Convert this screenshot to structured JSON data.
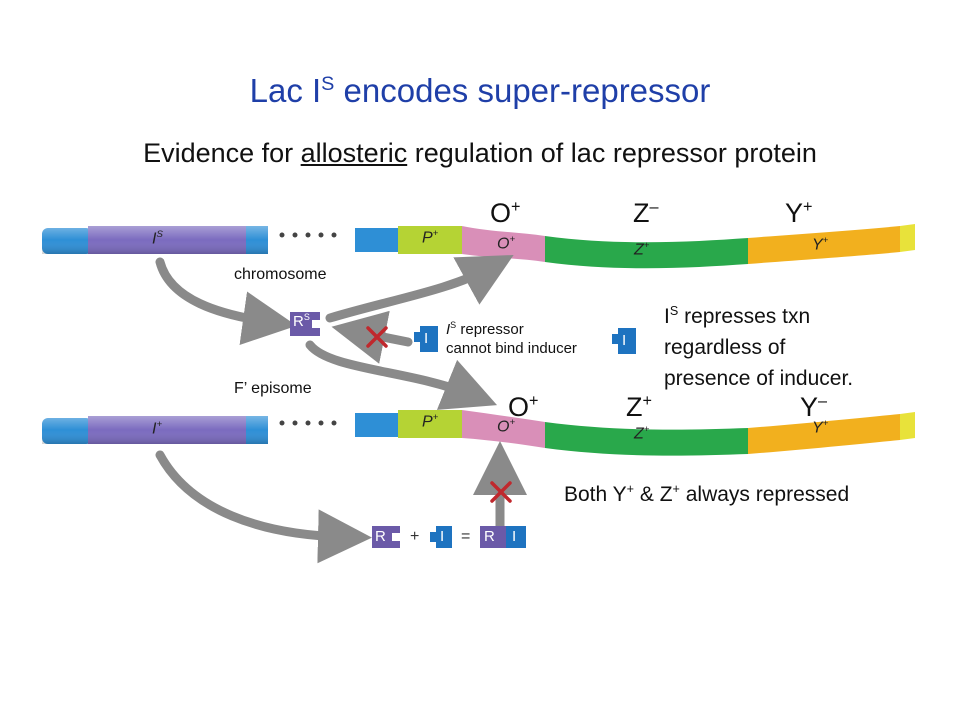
{
  "title": {
    "main": "Lac I",
    "sup": "S",
    "rest": " encodes super-repressor"
  },
  "subtitle": {
    "pre": "Evidence for ",
    "underlined": "allosteric",
    "post": " regulation of lac repressor protein"
  },
  "labels": {
    "chromosome": "chromosome",
    "episome": "F’ episome"
  },
  "top_genes": {
    "O": "O",
    "O_sign": "+",
    "Z": "Z",
    "Z_sign": "–",
    "Y": "Y",
    "Y_sign": "+"
  },
  "bottom_genes": {
    "O": "O",
    "O_sign": "+",
    "Z": "Z",
    "Z_sign": "+",
    "Y": "Y",
    "Y_sign": "–"
  },
  "dna_top": {
    "i": "I",
    "i_sup": "S",
    "p": "P",
    "p_sup": "+",
    "o": "O",
    "o_sup": "+",
    "z": "Z",
    "z_sup": "+",
    "y": "Y",
    "y_sup": "+"
  },
  "dna_bottom": {
    "i": "I",
    "i_sup": "+",
    "p": "P",
    "p_sup": "+",
    "o": "O",
    "o_sup": "+",
    "z": "Z",
    "z_sup": "+",
    "y": "Y",
    "y_sup": "+"
  },
  "repressor": {
    "rs": "R",
    "rs_sup": "S",
    "r": "R",
    "i": "I",
    "plus": "+",
    "equals": "="
  },
  "repressor_note": {
    "line1_pre": "I",
    "line1_sup": "S",
    "line1_post": " repressor",
    "line2": "cannot bind inducer"
  },
  "side_note": {
    "line1_pre": "I",
    "line1_sup": "S",
    "line1_post": " represses txn",
    "line2": "regardless of",
    "line3": "presence of inducer."
  },
  "bottom_note": {
    "pre": "Both Y",
    "y_sup": "+",
    "mid": " & Z",
    "z_sup": "+",
    "post": " always repressed"
  },
  "colors": {
    "title": "#1f3fa8",
    "i_gene": "#7b6bbf",
    "p_gene": "#b5d334",
    "o_gene": "#d98fb8",
    "z_gene": "#29a84b",
    "y_gene": "#f2b01e",
    "dna_end": "#2e8fd6",
    "arrow": "#8a8a8a",
    "x_mark": "#c0282d",
    "rs_box": "#6b5aa8",
    "inducer": "#1e73c0"
  }
}
